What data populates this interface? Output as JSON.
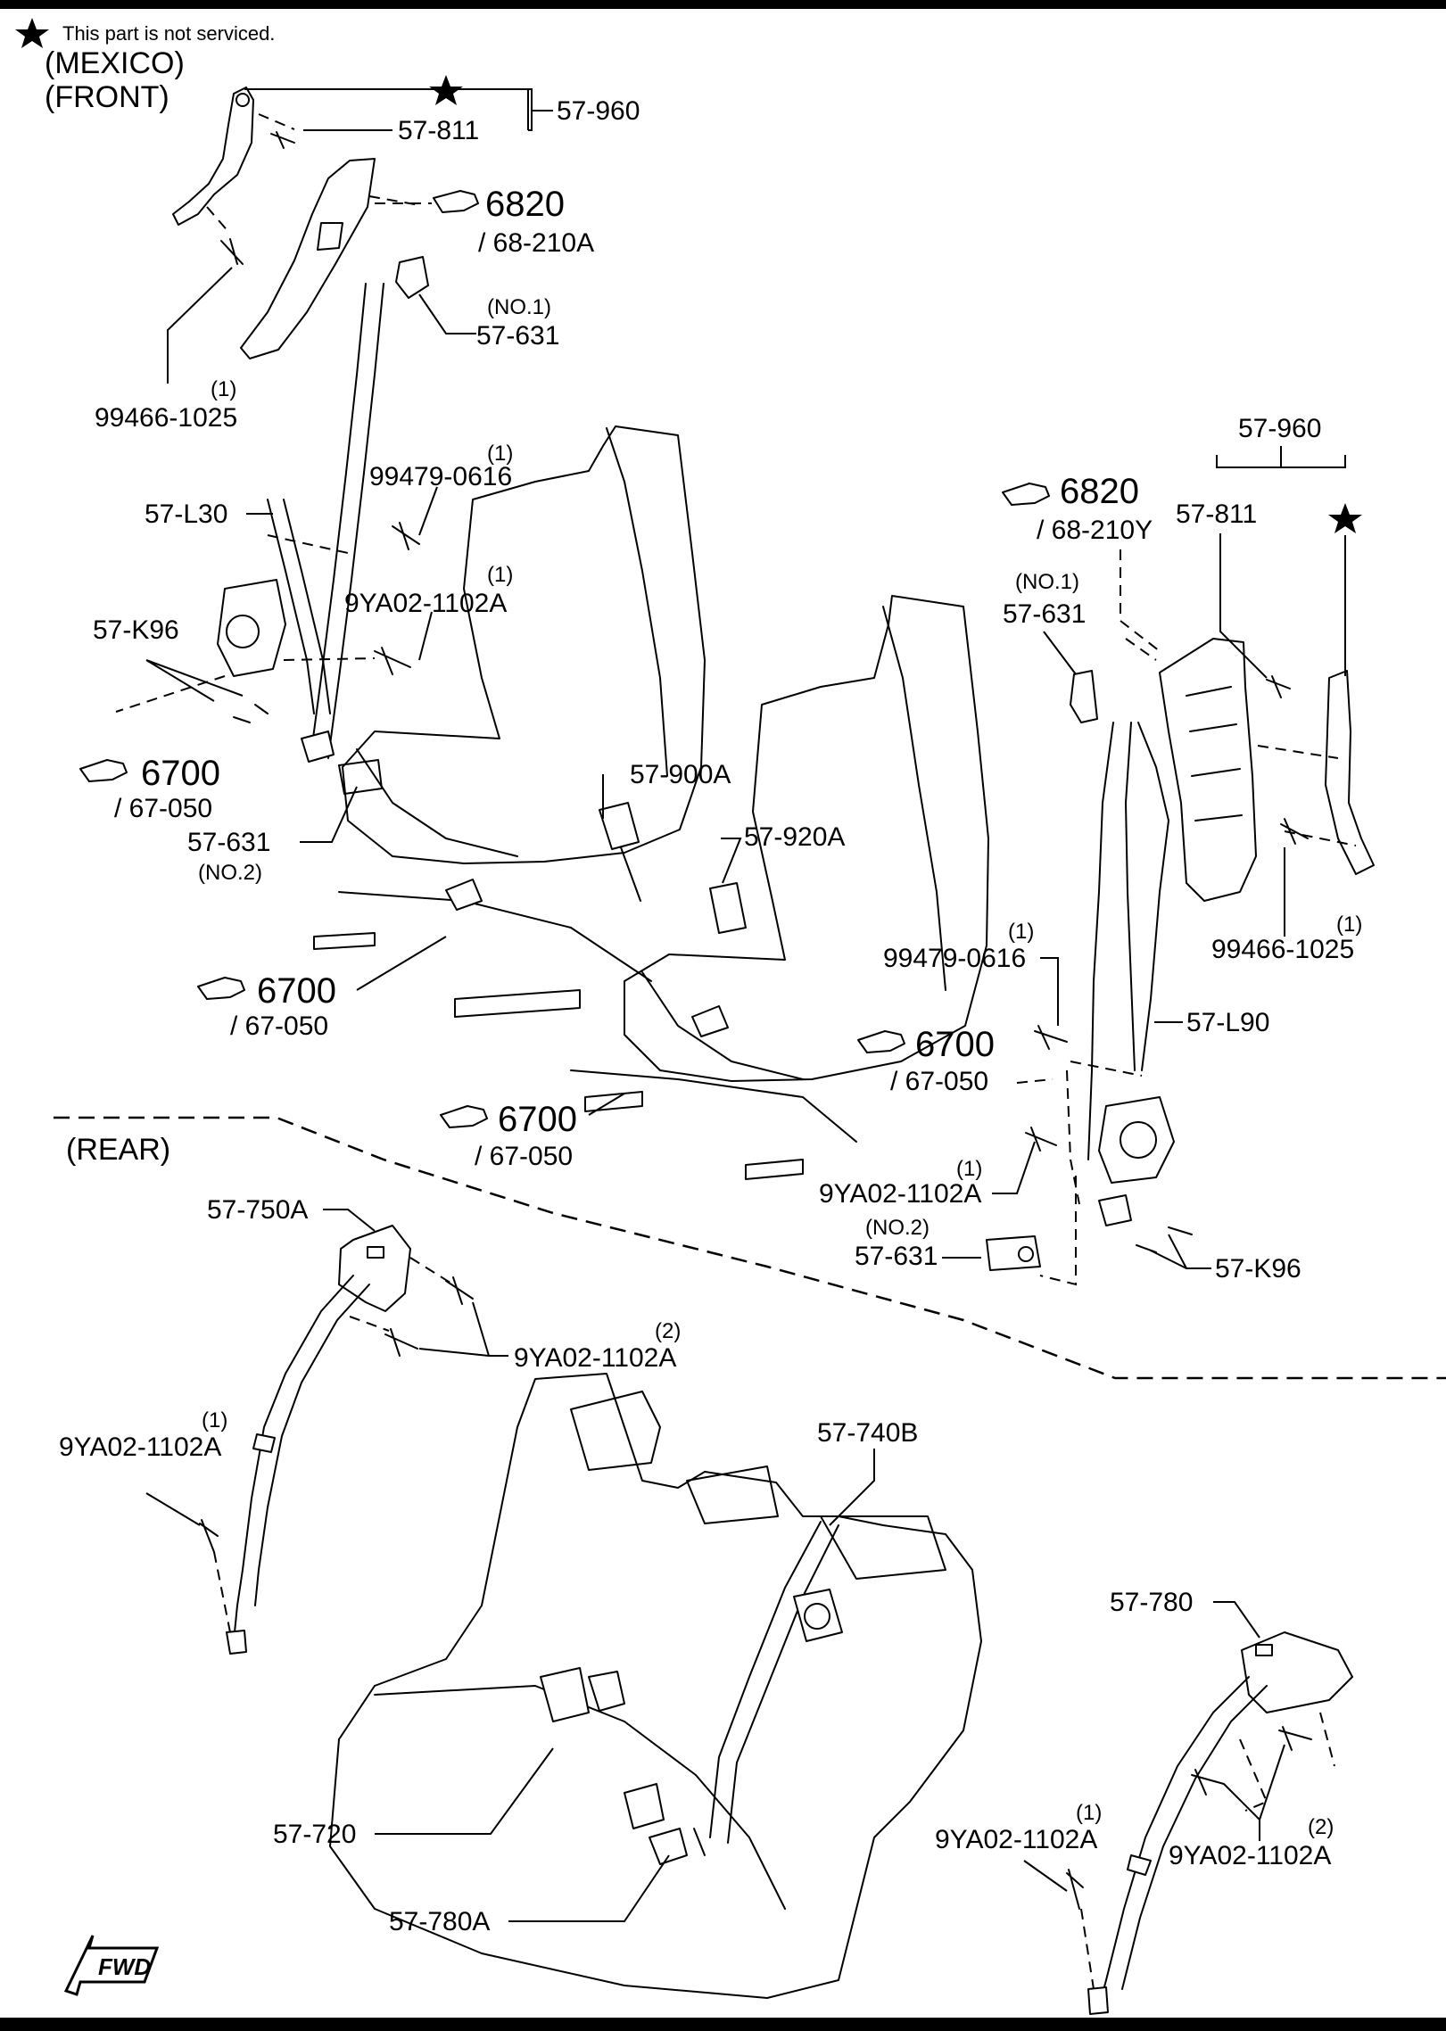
{
  "note": "This part is not serviced.",
  "sections": {
    "mexico": "(MEXICO)",
    "front": "(FRONT)",
    "rear": "(REAR)"
  },
  "front_left": {
    "assy": "57-960",
    "bolt_a": "57-811",
    "ref1_num": "6820",
    "ref1_sub": "/ 68-210A",
    "cover_no": "(NO.1)",
    "cover": "57-631",
    "bolt_b_qty": "(1)",
    "bolt_b": "99466-1025",
    "belt": "57-L30",
    "bolt_c_qty": "(1)",
    "bolt_c": "99479-0616",
    "bolt_d_qty": "(1)",
    "bolt_d": "9YA02-1102A",
    "screw": "57-K96",
    "ref2_num": "6700",
    "ref2_sub": "/ 67-050",
    "cover2": "57-631",
    "cover2_no": "(NO.2)",
    "buckle": "57-900A",
    "ref3_num": "6700",
    "ref3_sub": "/ 67-050"
  },
  "front_right": {
    "assy": "57-960",
    "ref1_num": "6820",
    "ref1_sub": "/ 68-210Y",
    "bolt_a": "57-811",
    "cover_no": "(NO.1)",
    "cover": "57-631",
    "buckle": "57-920A",
    "bolt_b_qty": "(1)",
    "bolt_b": "99466-1025",
    "bolt_c_qty": "(1)",
    "bolt_c": "99479-0616",
    "belt": "57-L90",
    "ref2_num": "6700",
    "ref2_sub": "/ 67-050",
    "ref3_num": "6700",
    "ref3_sub": "/ 67-050",
    "bolt_d_qty": "(1)",
    "bolt_d": "9YA02-1102A",
    "cover2_no": "(NO.2)",
    "cover2": "57-631",
    "screw": "57-K96"
  },
  "rear": {
    "belt_left": "57-750A",
    "bolt_a_qty": "(2)",
    "bolt_a": "9YA02-1102A",
    "bolt_b_qty": "(1)",
    "bolt_b": "9YA02-1102A",
    "center_belt": "57-740B",
    "belt_right": "57-780",
    "bolt_c_qty": "(1)",
    "bolt_c": "9YA02-1102A",
    "bolt_d_qty": "(2)",
    "bolt_d": "9YA02-1102A",
    "buckle_a": "57-720",
    "buckle_b": "57-780A",
    "fwd": "FWD"
  }
}
